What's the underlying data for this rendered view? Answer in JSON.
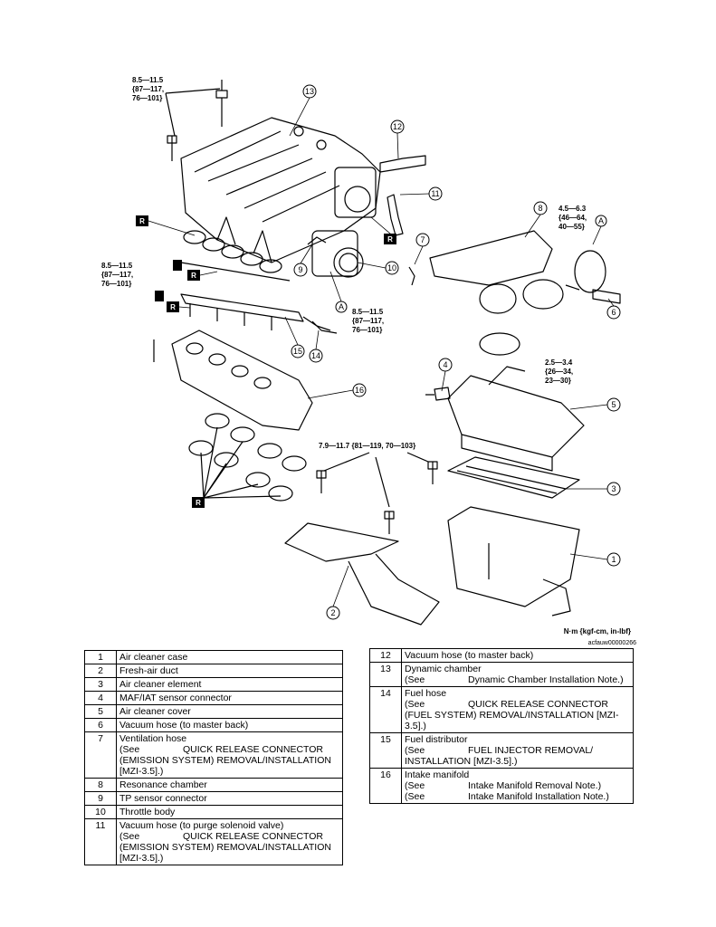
{
  "torques": {
    "t1": [
      "8.5—11.5",
      "{87—117,",
      "76—101}"
    ],
    "t2": [
      "8.5—11.5",
      "{87—117,",
      "76—101}"
    ],
    "t3": [
      "8.5—11.5",
      "{87—117,",
      "76—101}"
    ],
    "t4": [
      "4.5—6.3",
      "{46—64,",
      "40—55}"
    ],
    "t5": [
      "2.5—3.4",
      "{26—34,",
      "23—30}"
    ],
    "t6": "7.9—11.7 {81—119, 70—103}"
  },
  "units": "N·m {kgf-cm, in-lbf}",
  "figure_id": "acfauw00000266",
  "r_mark": "R",
  "a_mark": "A",
  "callouts": [
    "1",
    "2",
    "3",
    "4",
    "5",
    "6",
    "7",
    "8",
    "9",
    "10",
    "11",
    "12",
    "13",
    "14",
    "15",
    "16"
  ],
  "parts_left": [
    {
      "n": "1",
      "lines": [
        "Air cleaner case"
      ]
    },
    {
      "n": "2",
      "lines": [
        "Fresh-air duct"
      ]
    },
    {
      "n": "3",
      "lines": [
        "Air cleaner element"
      ]
    },
    {
      "n": "4",
      "lines": [
        "MAF/IAT sensor connector"
      ]
    },
    {
      "n": "5",
      "lines": [
        "Air cleaner cover"
      ]
    },
    {
      "n": "6",
      "lines": [
        "Vacuum hose (to master back)"
      ]
    },
    {
      "n": "7",
      "lines": [
        "Ventilation hose"
      ],
      "see": "(See",
      "ref": [
        "QUICK RELEASE CONNECTOR",
        "(EMISSION SYSTEM) REMOVAL/INSTALLATION",
        "[MZI-3.5].)"
      ]
    },
    {
      "n": "8",
      "lines": [
        "Resonance chamber"
      ]
    },
    {
      "n": "9",
      "lines": [
        "TP sensor connector"
      ]
    },
    {
      "n": "10",
      "lines": [
        "Throttle body"
      ]
    },
    {
      "n": "11",
      "lines": [
        "Vacuum hose (to purge solenoid valve)"
      ],
      "see": "(See",
      "ref": [
        "QUICK RELEASE CONNECTOR",
        "(EMISSION SYSTEM) REMOVAL/INSTALLATION",
        "[MZI-3.5].)"
      ]
    }
  ],
  "parts_right": [
    {
      "n": "12",
      "lines": [
        "Vacuum hose (to master back)"
      ]
    },
    {
      "n": "13",
      "lines": [
        "Dynamic chamber"
      ],
      "see": "(See",
      "ref": [
        "Dynamic Chamber Installation Note.)"
      ]
    },
    {
      "n": "14",
      "lines": [
        "Fuel hose"
      ],
      "see": "(See",
      "ref": [
        "QUICK RELEASE CONNECTOR",
        "(FUEL SYSTEM) REMOVAL/INSTALLATION [MZI-",
        "3.5].)"
      ]
    },
    {
      "n": "15",
      "lines": [
        "Fuel distributor"
      ],
      "see": "(See",
      "ref": [
        "FUEL INJECTOR REMOVAL/",
        "INSTALLATION [MZI-3.5].)"
      ]
    },
    {
      "n": "16",
      "lines": [
        "Intake manifold"
      ],
      "see": "(See",
      "ref": [
        "Intake Manifold Removal Note.)"
      ],
      "see2": "(See",
      "ref2": [
        "Intake Manifold Installation Note.)"
      ]
    }
  ]
}
